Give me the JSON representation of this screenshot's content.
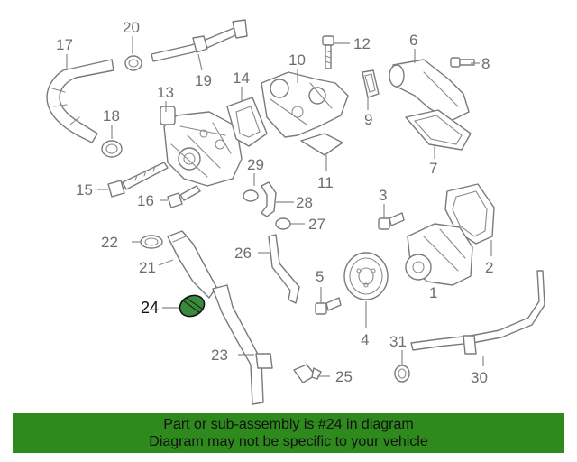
{
  "diagram": {
    "callouts": [
      "1",
      "2",
      "3",
      "4",
      "5",
      "6",
      "7",
      "8",
      "9",
      "10",
      "11",
      "12",
      "13",
      "14",
      "15",
      "16",
      "17",
      "18",
      "19",
      "20",
      "21",
      "22",
      "23",
      "24",
      "25",
      "26",
      "27",
      "28",
      "29",
      "30",
      "31"
    ],
    "highlighted_part": "24",
    "colors": {
      "highlight_fill": "#3b8a3b",
      "banner_bg": "#2f8a1e",
      "line_art": "#7a7a7a"
    }
  },
  "banner": {
    "line1": "Part or sub-assembly is #24 in diagram",
    "line2": "Diagram may not be specific to your vehicle"
  }
}
